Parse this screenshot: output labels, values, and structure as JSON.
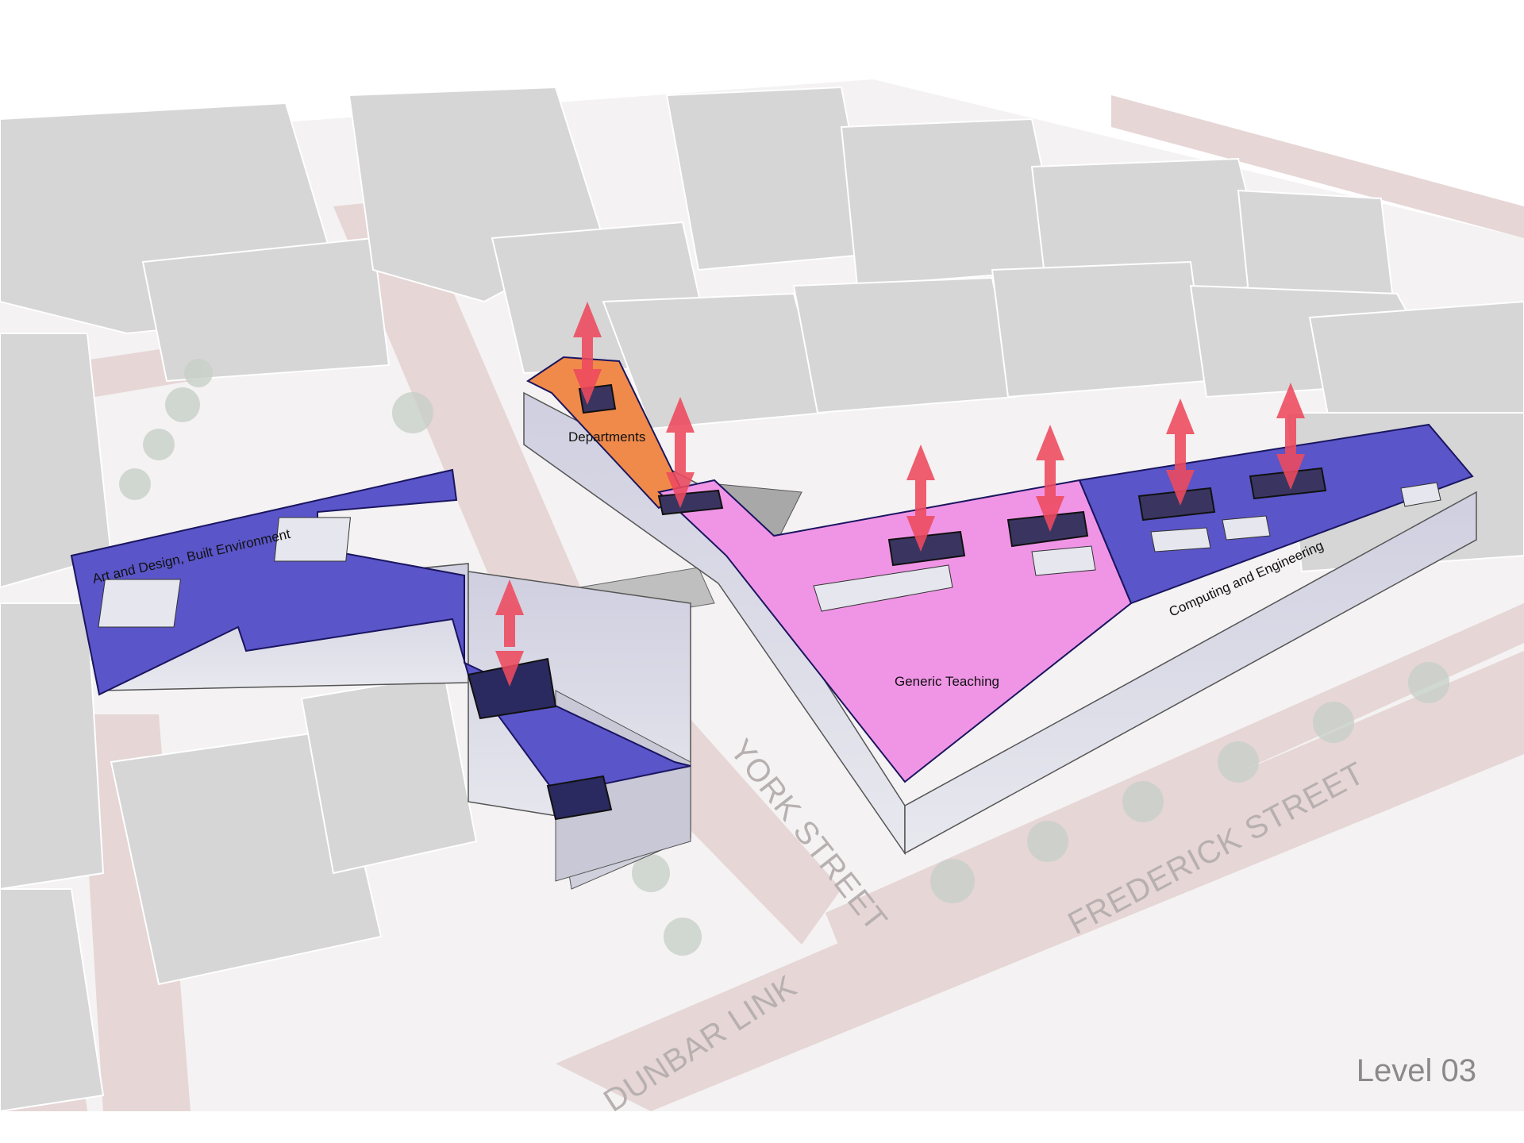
{
  "zones": {
    "art_design": "Art and Design, Built Environment",
    "departments": "Departments",
    "generic_teaching": "Generic Teaching",
    "computing_engineering": "Computing and Engineering"
  },
  "streets": {
    "york": "YORK STREET",
    "frederick": "FREDERICK STREET",
    "dunbar": "DUNBAR LINK"
  },
  "level_label": "Level 03",
  "colors": {
    "blue_zone": "#5a55c8",
    "pink_zone": "#f095e6",
    "orange_zone": "#f08a4a",
    "arrow": "#ee4a5e",
    "road": "#e6d6d6",
    "context_building": "#d4d4d4"
  },
  "icons": [
    "vertical-circulation-arrow-icon"
  ]
}
